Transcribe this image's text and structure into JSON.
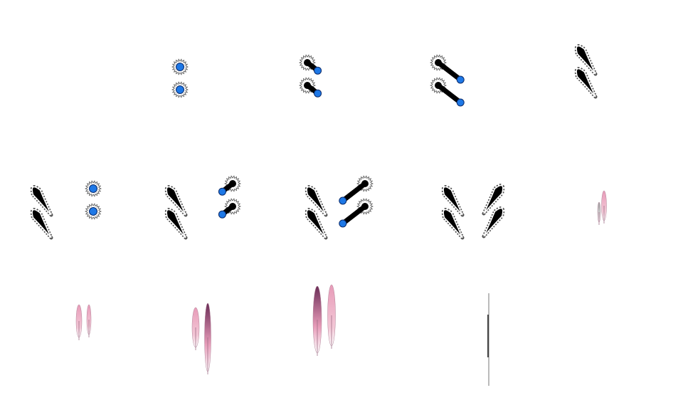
{
  "sprite_sheet": {
    "columns": 5,
    "rows": 3,
    "frame_count": 15,
    "colors": {
      "background": "#ffffff",
      "claw_fill": "#000000",
      "claw_outline": "#555555",
      "spark_blue": "#1e78e6",
      "spark_edge": "#0a2a6a",
      "pink_light": "#f3c7d6",
      "pink_mid": "#e79bb8",
      "plum_dark": "#6b2d57",
      "line_gray": "#777777"
    },
    "frames": [
      {
        "index": 0,
        "kind": "empty"
      },
      {
        "index": 1,
        "kind": "dot-pair",
        "progress": 0.0
      },
      {
        "index": 2,
        "kind": "dot-pair",
        "progress": 0.35
      },
      {
        "index": 3,
        "kind": "dot-pair",
        "progress": 0.75
      },
      {
        "index": 4,
        "kind": "claw-left-full"
      },
      {
        "index": 5,
        "kind": "left-claw-with-right-dots",
        "progress": 0.0
      },
      {
        "index": 6,
        "kind": "left-claw-with-right-dots",
        "progress": 0.35
      },
      {
        "index": 7,
        "kind": "left-claw-with-right-dots",
        "progress": 0.75
      },
      {
        "index": 8,
        "kind": "double-claw-full"
      },
      {
        "index": 9,
        "kind": "fade-small"
      },
      {
        "index": 10,
        "kind": "fade-pair"
      },
      {
        "index": 11,
        "kind": "fade-dark"
      },
      {
        "index": 12,
        "kind": "fade-tall"
      },
      {
        "index": 13,
        "kind": "thin-line"
      },
      {
        "index": 14,
        "kind": "empty"
      }
    ]
  }
}
